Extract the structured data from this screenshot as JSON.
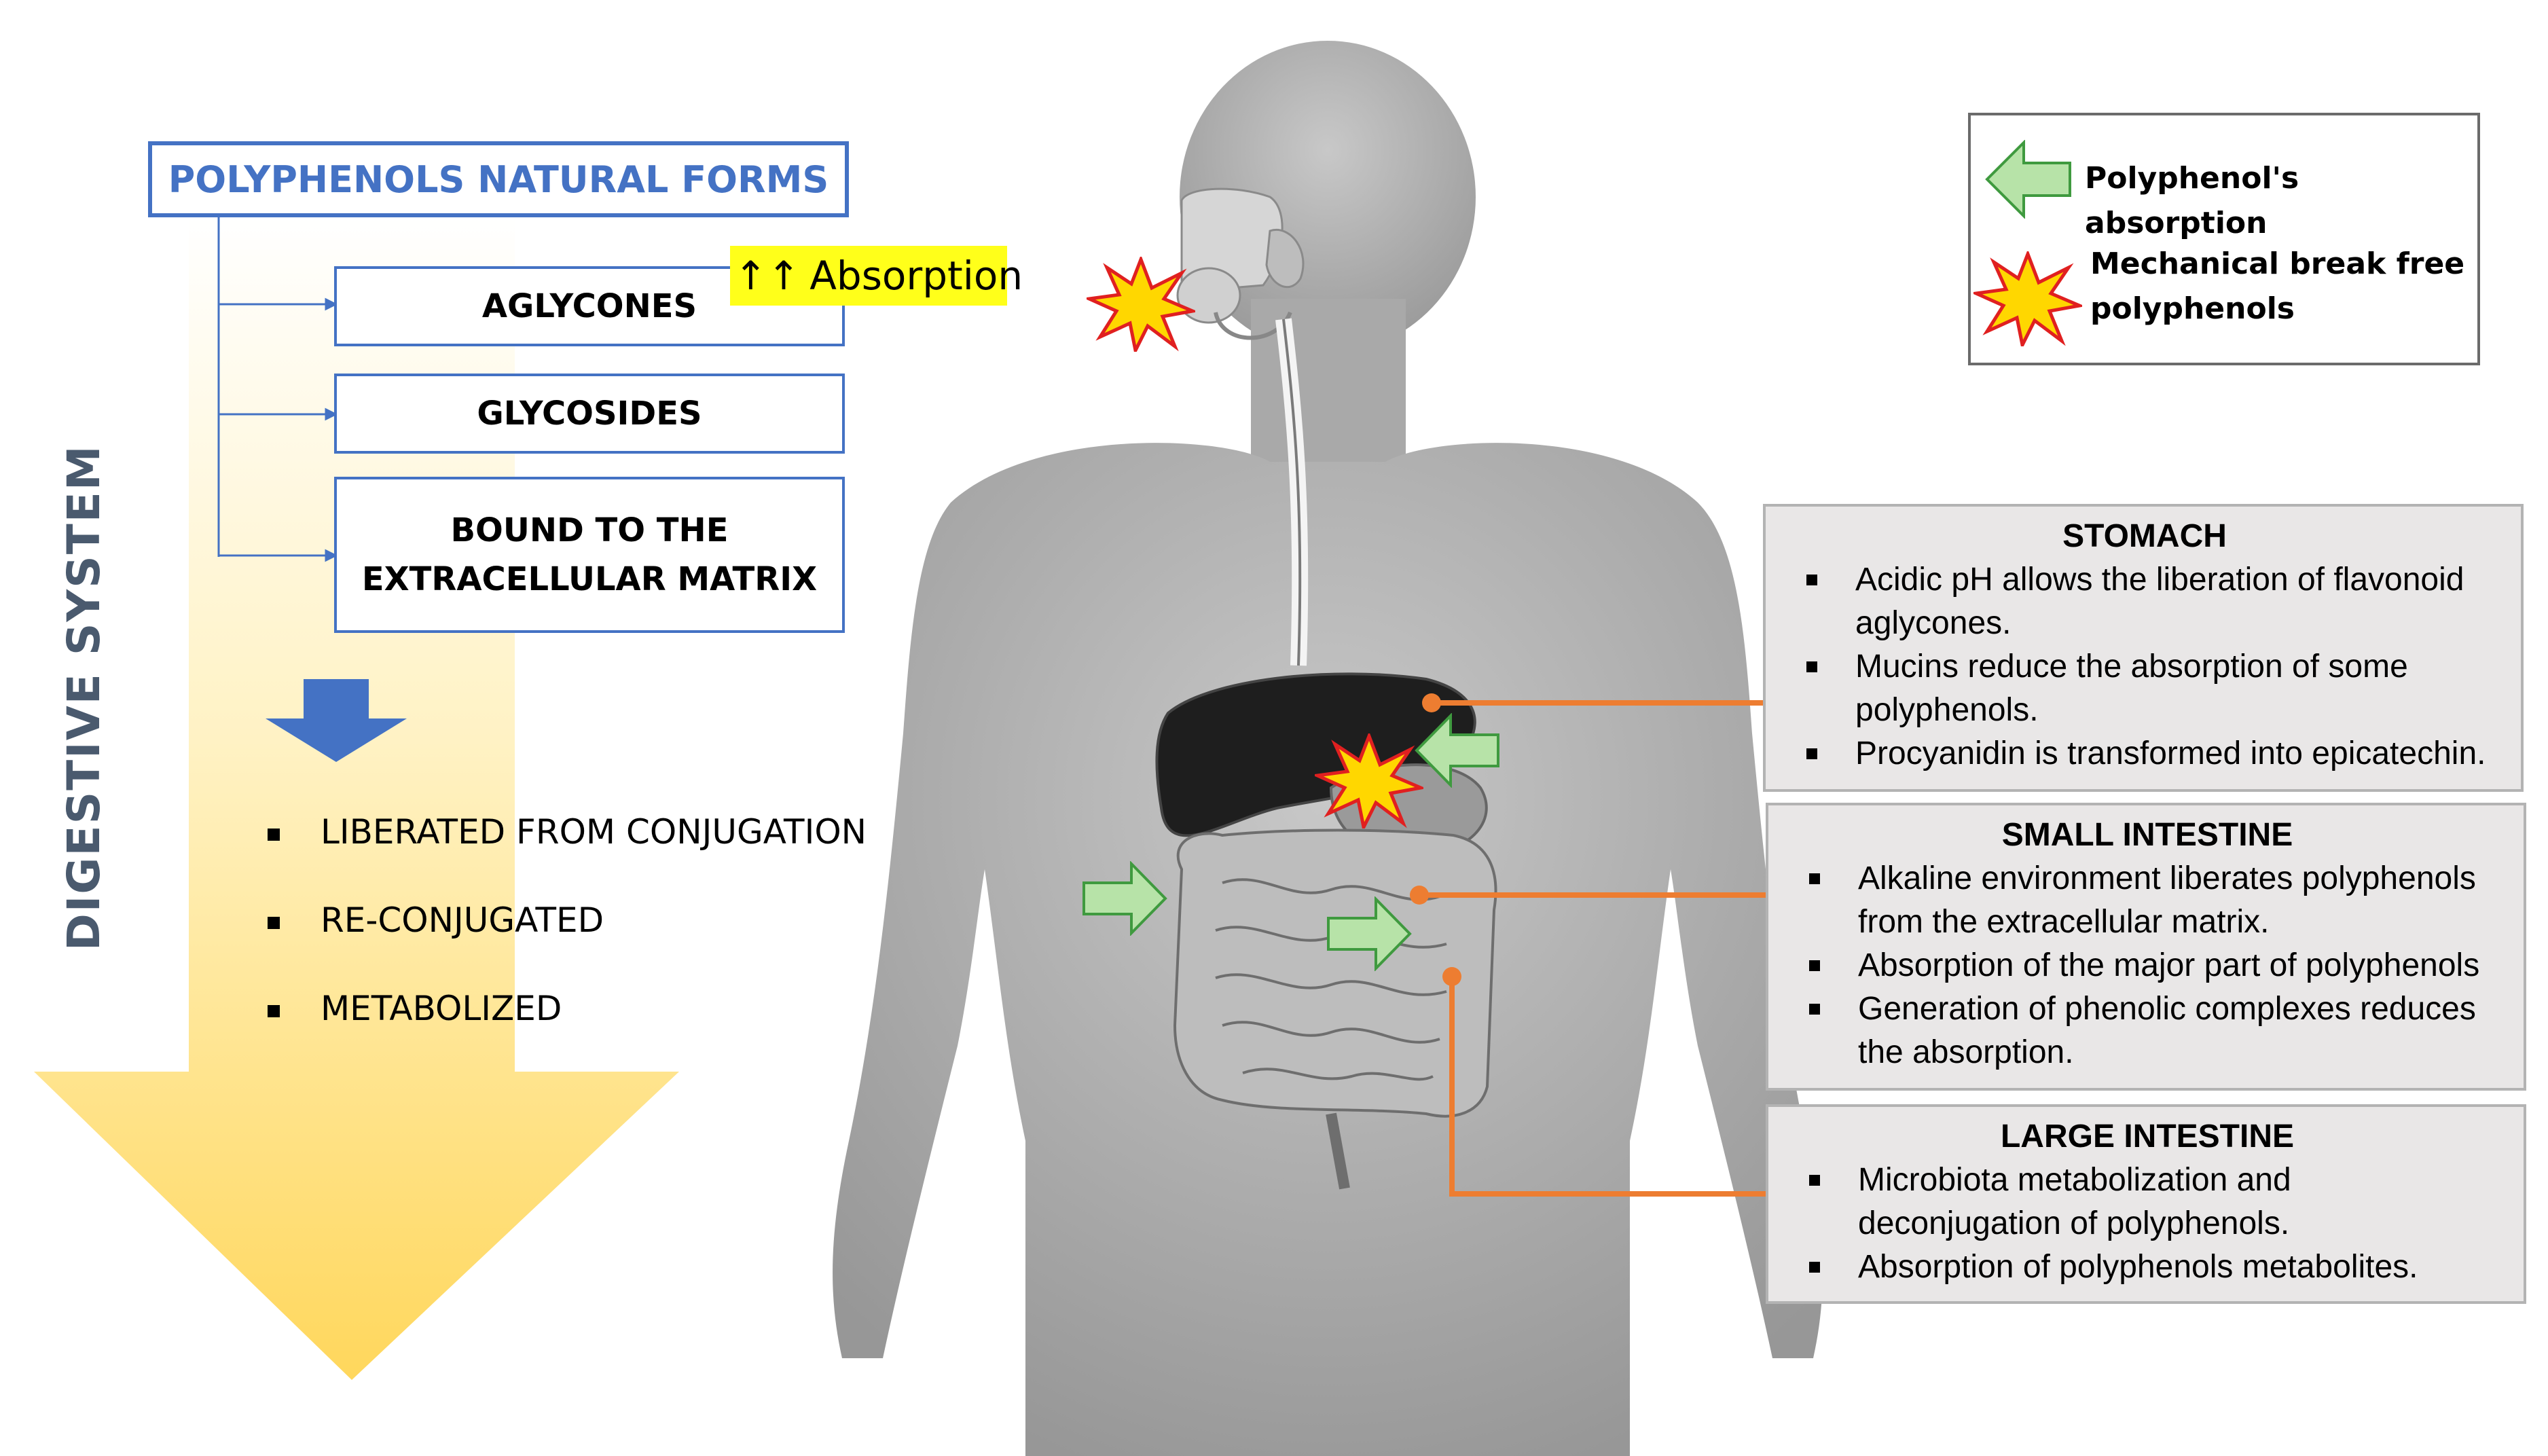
{
  "diagram": {
    "digestive_label": "DIGESTIVE SYSTEM",
    "title": "POLYPHENOLS NATURAL FORMS",
    "forms": [
      {
        "line1": "AGLYCONES",
        "line2": ""
      },
      {
        "line1": "GLYCOSIDES",
        "line2": ""
      },
      {
        "line1": "BOUND TO THE",
        "line2": "EXTRACELLULAR MATRIX"
      }
    ],
    "absorption_badge": {
      "arrows": "↑↑",
      "text": "Absorption"
    },
    "processes": [
      "LIBERATED FROM CONJUGATION",
      "RE-CONJUGATED",
      "METABOLIZED"
    ],
    "legend": {
      "absorption": "Polyphenol's absorption",
      "mechanical_line1": "Mechanical break free",
      "mechanical_line2": "polyphenols"
    },
    "stomach": {
      "title": "STOMACH",
      "items": [
        [
          "Acidic pH allows the liberation of flavonoid",
          "aglycones."
        ],
        [
          "Mucins reduce the absorption of some",
          "polyphenols."
        ],
        [
          "Procyanidin is transformed into epicatechin."
        ]
      ]
    },
    "small_intestine": {
      "title": "SMALL INTESTINE",
      "items": [
        [
          "Alkaline environment liberates polyphenols",
          "from the extracellular matrix."
        ],
        [
          "Absorption of the major part of polyphenols"
        ],
        [
          "Generation of phenolic complexes reduces",
          "the absorption."
        ]
      ]
    },
    "large_intestine": {
      "title": "LARGE INTESTINE",
      "items": [
        [
          "Microbiota metabolization and",
          "deconjugation of polyphenols."
        ],
        [
          "Absorption of polyphenols metabolites."
        ]
      ]
    },
    "colors": {
      "blue": "#4472c4",
      "connector": "#ed7d31",
      "absorption_arrow": "#b7e3a8",
      "burst": "#ffd700",
      "badge": "#ffff1a",
      "box_fill": "#e9e7e7"
    },
    "icons": [
      "green-absorption-arrow-icon",
      "mechanical-burst-icon",
      "blue-down-arrow-icon"
    ]
  }
}
